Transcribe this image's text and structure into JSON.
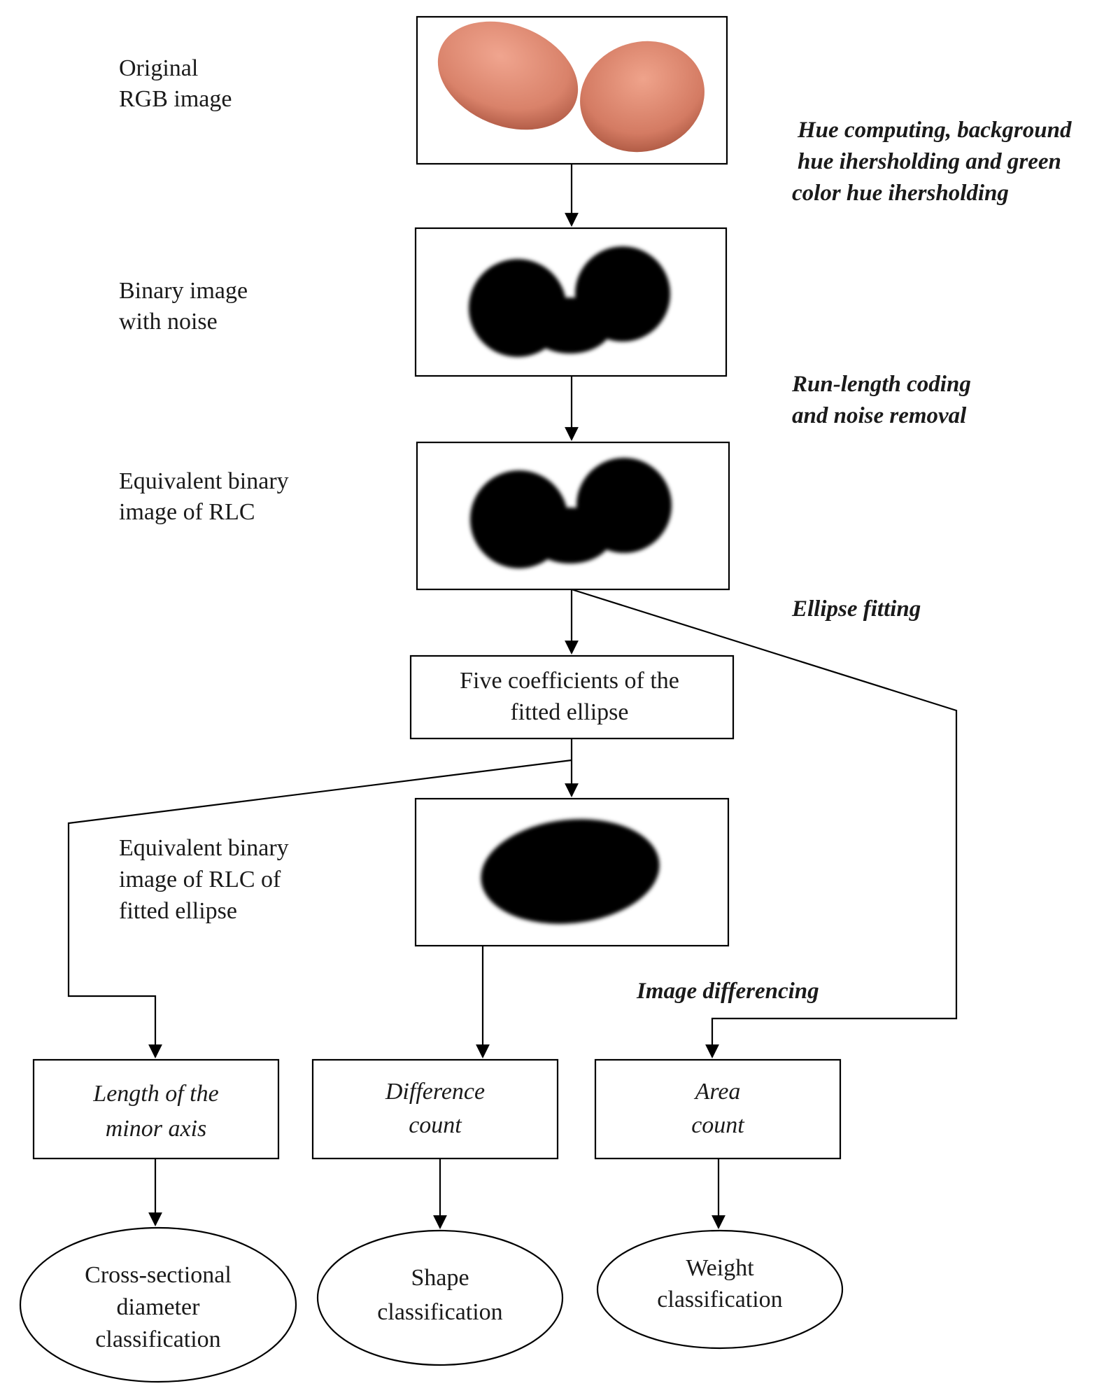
{
  "diagram": {
    "image_labels": {
      "original": [
        "Original",
        "RGB image"
      ],
      "binary_noise": [
        "Binary image",
        "with noise"
      ],
      "rlc": [
        "Equivalent binary",
        "image of RLC"
      ],
      "rlc_ellipse": [
        "Equivalent binary",
        "image of RLC of",
        "fitted ellipse"
      ]
    },
    "process_steps": {
      "hue": [
        "Hue computing, background",
        "hue ihersholding and green",
        "color hue ihersholding"
      ],
      "run_length": [
        "Run-length coding",
        "and noise removal"
      ],
      "ellipse_fitting": [
        "Ellipse fitting"
      ],
      "image_differencing": [
        "Image differencing"
      ]
    },
    "boxes": {
      "coefficients": [
        "Five coefficients of the",
        "fitted ellipse"
      ],
      "minor_axis": [
        "Length of the",
        "minor axis"
      ],
      "difference_count": [
        "Difference",
        "count"
      ],
      "area_count": [
        "Area",
        "count"
      ]
    },
    "outputs": {
      "diameter": [
        "Cross-sectional",
        "diameter",
        "classification"
      ],
      "shape": [
        "Shape",
        "classification"
      ],
      "weight": [
        "Weight",
        "classification"
      ]
    },
    "colors": {
      "line": "#000000",
      "potato_skin": "#d9826a",
      "potato_shadow": "#b05a45",
      "silhouette": "#000000"
    }
  }
}
